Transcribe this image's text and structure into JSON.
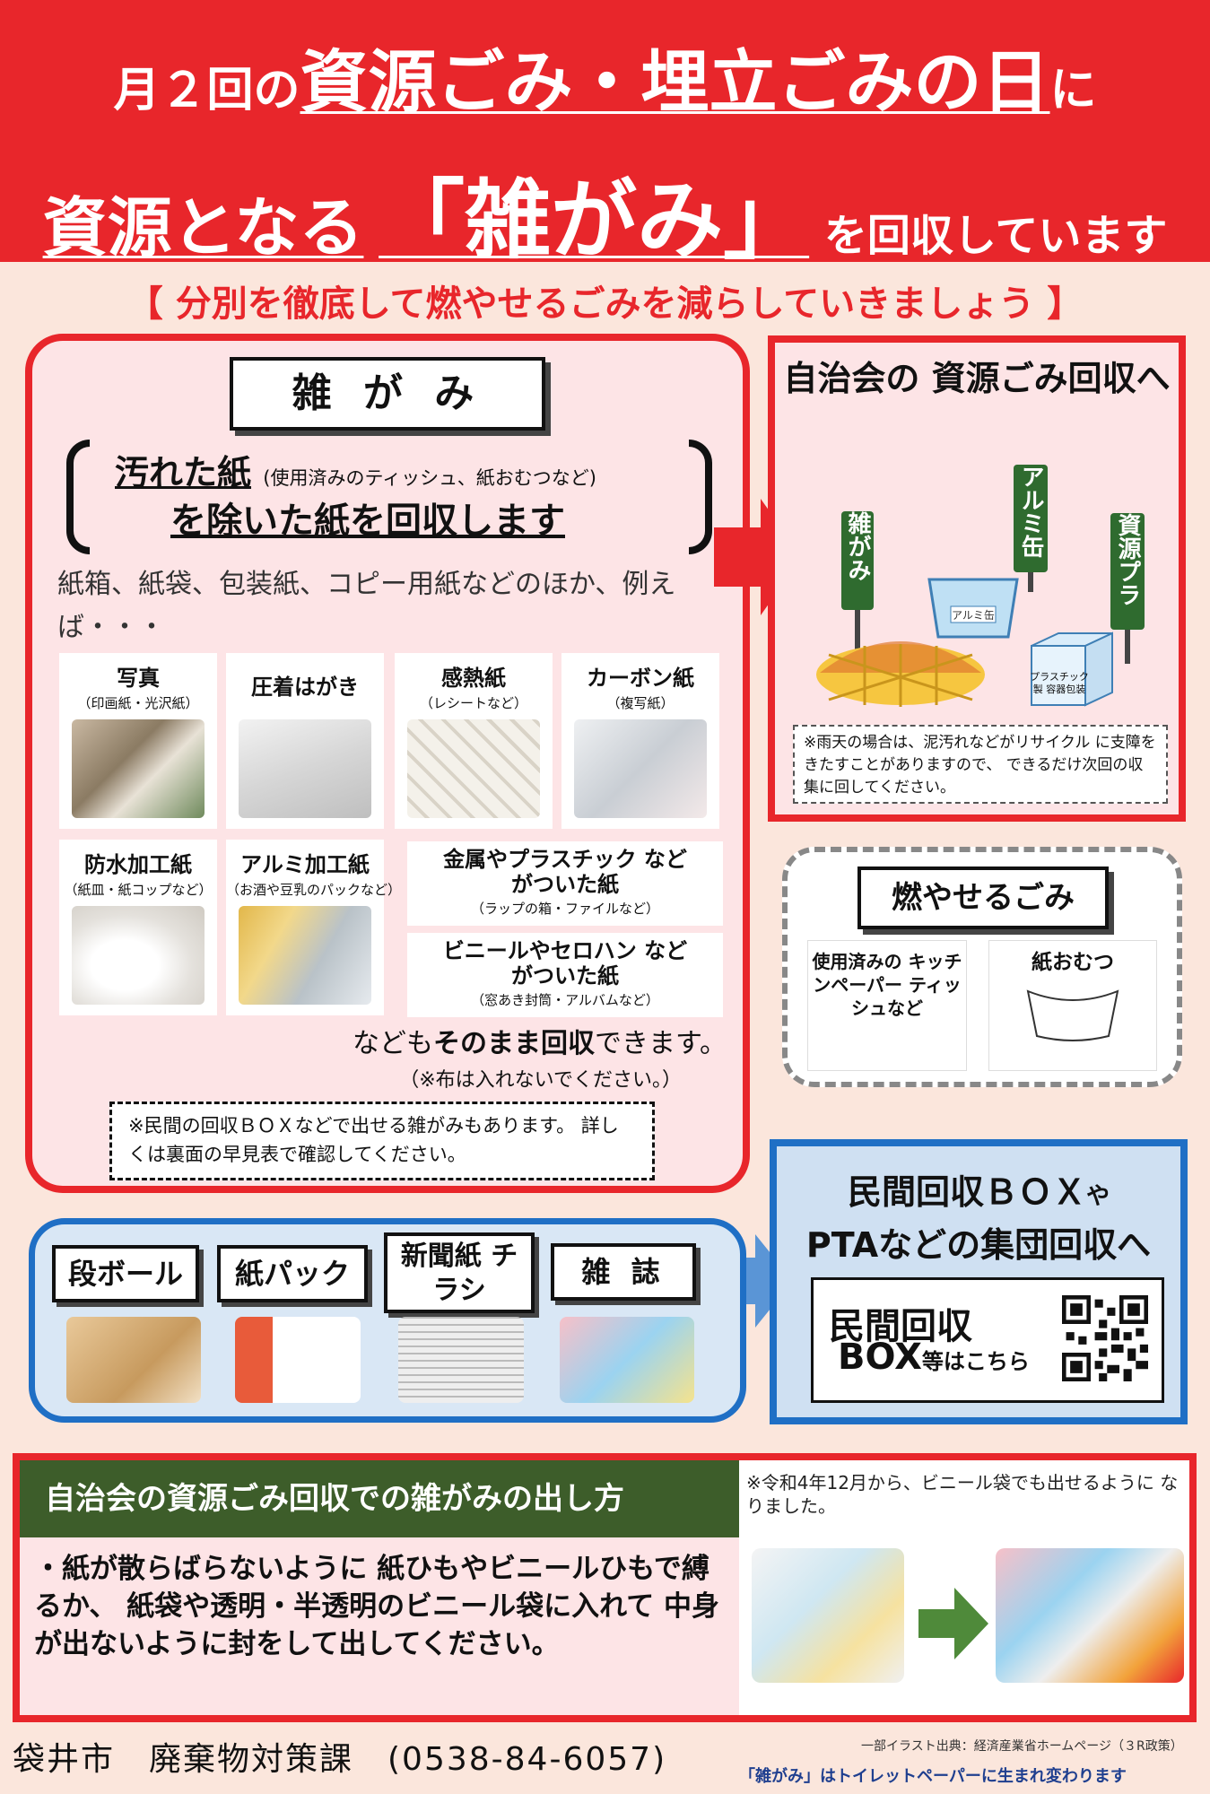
{
  "header": {
    "line1_a": "月２回の",
    "line1_b": "資源ごみ・埋立ごみの日",
    "line1_c": "に",
    "line2_a": "資源となる",
    "line2_b": "「雑がみ」",
    "line2_c": "を回収しています"
  },
  "banner": "【 分別を徹底して燃やせるごみを減らしていきましょう 】",
  "zatsugami": {
    "title": "雑 が み",
    "excl_main": "汚れた紙",
    "excl_sub": "(使用済みのティッシュ、紙おむつなど)",
    "excl_line2": "を除いた紙を回収します",
    "intro": "紙箱、紙袋、包装紙、コピー用紙などのほか、例えば・・・",
    "items": [
      {
        "title": "写真",
        "sub": "（印画紙・光沢紙）"
      },
      {
        "title": "圧着はがき",
        "sub": ""
      },
      {
        "title": "感熱紙",
        "sub": "（レシートなど）"
      },
      {
        "title": "カーボン紙",
        "sub": "（複写紙）"
      },
      {
        "title": "防水加工紙",
        "sub": "（紙皿・紙コップなど）"
      },
      {
        "title": "アルミ加工紙",
        "sub": "（お酒や豆乳のパックなど）"
      }
    ],
    "wide_items": [
      {
        "title": "金属やプラスチック などがついた紙",
        "sub": "（ラップの箱・ファイルなど）"
      },
      {
        "title": "ビニールやセロハン などがついた紙",
        "sub": "（窓あき封筒・アルバムなど）"
      }
    ],
    "ending_a": "なども",
    "ending_b": "そのまま回収",
    "ending_c": "できます。",
    "cloth_note": "（※布は入れないでください。）",
    "private_note": "※民間の回収ＢＯＸなどで出せる雑がみもあります。 詳しくは裏面の早見表で確認してください。"
  },
  "residents": {
    "title": "自治会の 資源ごみ回収へ",
    "signs": [
      "雑がみ",
      "アルミ缶",
      "資源プラ"
    ],
    "basket_label": "アルミ缶",
    "box_label": "プラスチック製 容器包装",
    "rain_note": "※雨天の場合は、泥汚れなどがリサイクル に支障をきたすことがありますので、 できるだけ次回の収集に回してください。"
  },
  "burnable": {
    "title": "燃やせるごみ",
    "items": [
      "使用済みの キッチンペーパー ティッシュなど",
      "紙おむつ"
    ]
  },
  "categories": [
    "段ボール",
    "紙パック",
    "新聞紙 チラシ",
    "雑 誌"
  ],
  "pta": {
    "title_a": "民間回収ＢＯＸ",
    "title_b": "や",
    "title_c": "PTAなどの集団回収へ",
    "box_line1": "民間回収",
    "box_line2": "BOX",
    "box_line2b": "等はこちら"
  },
  "howto": {
    "title": "自治会の資源ごみ回収での雑がみの出し方",
    "note": "※令和4年12月から、ビニール袋でも出せるように なりました。",
    "text": "・紙が散らばらないように 紙ひもやビニールひもで縛るか、 紙袋や透明・半透明のビニール袋に入れて 中身が出ないように封をして出してください。"
  },
  "footer": {
    "dept": "袋井市　廃棄物対策課　(0538-84-6057)",
    "credit": "一部イラスト出典：経済産業省ホームページ（３R政策）",
    "slogan": "「雑がみ」はトイレットペーパーに生まれ変わります"
  },
  "colors": {
    "red": "#e8262b",
    "blue": "#1f6fc5",
    "green": "#3d5d2a"
  }
}
